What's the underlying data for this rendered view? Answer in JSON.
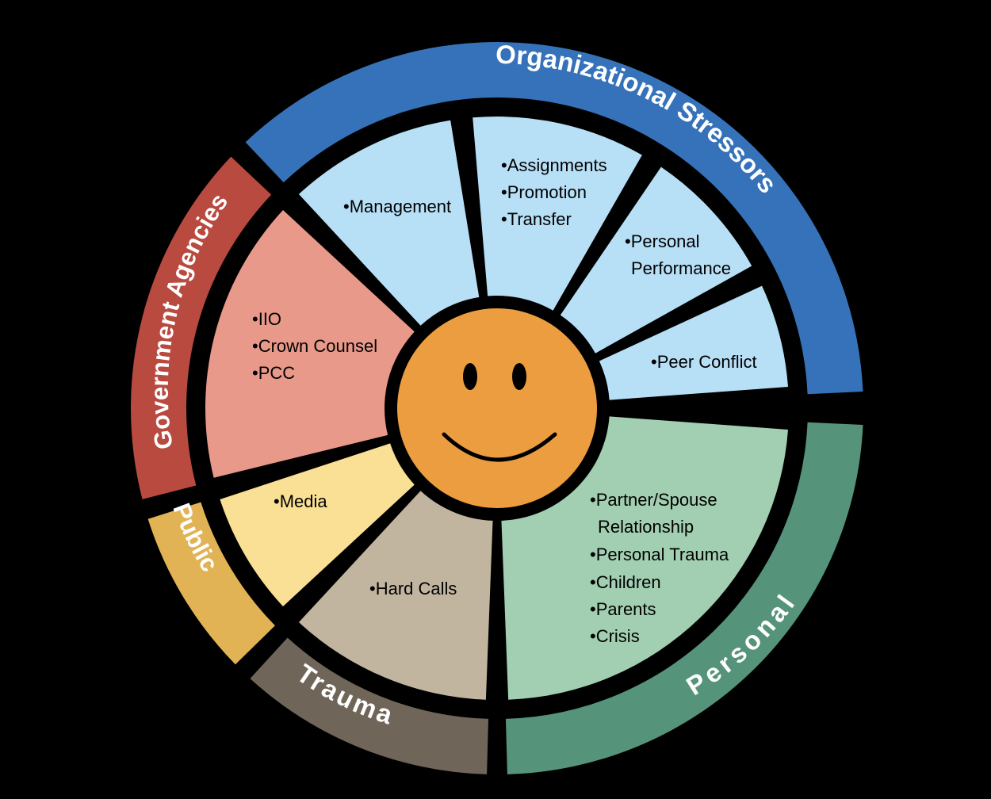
{
  "colors": {
    "background": "#000000",
    "center": "#ec9d40",
    "organizational_outer": "#3572b9",
    "organizational_inner": "#b7dff6",
    "personal_outer": "#55947a",
    "personal_inner": "#a2cfb1",
    "government_outer": "#b84a40",
    "government_inner": "#e9998a",
    "public_outer": "#e2b354",
    "public_inner": "#f9e095",
    "trauma_outer": "#6f6558",
    "trauma_inner": "#c1b59f"
  },
  "center_icon": "smiley-face",
  "categories": {
    "organizational": {
      "title": "Organizational Stressors"
    },
    "personal": {
      "title": "Personal"
    },
    "government": {
      "title": "Government Agencies"
    },
    "public": {
      "title": "Public"
    },
    "trauma": {
      "title": "Trauma"
    }
  },
  "segments": {
    "management": [
      "•Management"
    ],
    "assignments": [
      "•Assignments",
      "•Promotion",
      "•Transfer"
    ],
    "performance": [
      "•Personal",
      "Performance"
    ],
    "peer": [
      "•Peer Conflict"
    ],
    "personal": [
      "•Partner/Spouse",
      "Relationship",
      "•Personal Trauma",
      "•Children",
      "•Parents",
      "•Crisis"
    ],
    "hardcalls": [
      "•Hard Calls"
    ],
    "media": [
      "•Media"
    ],
    "government": [
      "•IIO",
      "•Crown Counsel",
      "•PCC"
    ]
  }
}
